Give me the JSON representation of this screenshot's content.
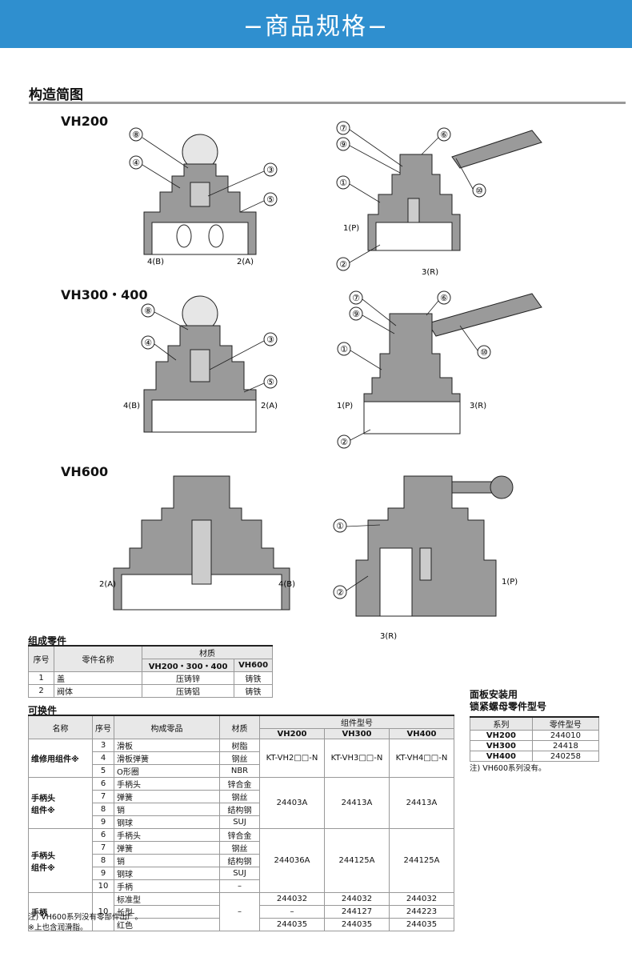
{
  "banner": {
    "title": "−商品规格−"
  },
  "section": {
    "title": "构造简图"
  },
  "models": {
    "vh200": "VH200",
    "vh300_400": "VH300・400",
    "vh600": "VH600"
  },
  "callouts": [
    "①",
    "②",
    "③",
    "④",
    "⑤",
    "⑥",
    "⑦",
    "⑧",
    "⑨",
    "⑩"
  ],
  "ports": {
    "p4b": "4(B)",
    "p2a": "2(A)",
    "p1p": "1(P)",
    "p3r": "3(R)"
  },
  "components": {
    "title": "组成零件",
    "header": {
      "no": "序号",
      "name": "零件名称",
      "material": "材质",
      "mat_a": "VH200・300・400",
      "mat_b": "VH600"
    },
    "rows": [
      {
        "no": "1",
        "name": "盖",
        "a": "压铸锌",
        "b": "铸铁"
      },
      {
        "no": "2",
        "name": "阀体",
        "a": "压铸铝",
        "b": "铸铁"
      }
    ]
  },
  "replace": {
    "title": "可换件",
    "header": {
      "name": "名称",
      "no": "序号",
      "part": "构成零品",
      "material": "材质",
      "kit": "组件型号",
      "vh200": "VH200",
      "vh300": "VH300",
      "vh400": "VH400"
    },
    "g1": {
      "name": "维修用组件※",
      "rows": [
        [
          "3",
          "滑板",
          "树脂"
        ],
        [
          "4",
          "滑板弹簧",
          "钢丝"
        ],
        [
          "5",
          "O形圈",
          "NBR"
        ]
      ],
      "k1": "KT-VH2□□-N",
      "k2": "KT-VH3□□-N",
      "k3": "KT-VH4□□-N"
    },
    "g2": {
      "name1": "手柄头",
      "name2": "组件※",
      "rows": [
        [
          "6",
          "手柄头",
          "锌合金"
        ],
        [
          "7",
          "弹簧",
          "钢丝"
        ],
        [
          "8",
          "销",
          "结构钢"
        ],
        [
          "9",
          "钢球",
          "SUJ"
        ]
      ],
      "k1": "24403A",
      "k2": "24413A",
      "k3": "24413A"
    },
    "g3": {
      "name1": "手柄头",
      "name2": "组件※",
      "rows": [
        [
          "6",
          "手柄头",
          "锌合金"
        ],
        [
          "7",
          "弹簧",
          "钢丝"
        ],
        [
          "8",
          "销",
          "结构钢"
        ],
        [
          "9",
          "钢球",
          "SUJ"
        ],
        [
          "10",
          "手柄",
          "–"
        ]
      ],
      "k1": "244036A",
      "k2": "244125A",
      "k3": "244125A"
    },
    "g4": {
      "name": "手柄",
      "no": "10",
      "material": "–",
      "rows": [
        [
          "标准型",
          "244032",
          "244032",
          "244032"
        ],
        [
          "长型",
          "–",
          "244127",
          "244223"
        ],
        [
          "红色",
          "244035",
          "244035",
          "244035"
        ]
      ]
    },
    "notes": [
      "注) VH600系列没有零部件出厂。",
      "※上也含润滑脂。"
    ]
  },
  "locknut": {
    "title1": "面板安装用",
    "title2": "锁紧螺母零件型号",
    "header": {
      "series": "系列",
      "part": "零件型号"
    },
    "rows": [
      [
        "VH200",
        "244010"
      ],
      [
        "VH300",
        "24418"
      ],
      [
        "VH400",
        "240258"
      ]
    ],
    "note": "注) VH600系列没有。"
  }
}
